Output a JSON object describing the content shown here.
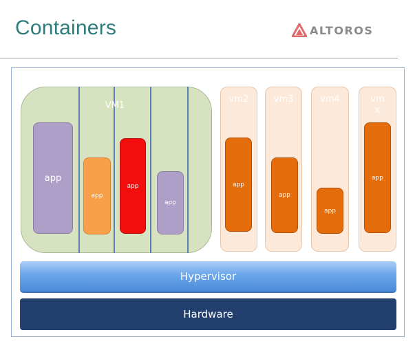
{
  "slide": {
    "title": "Containers",
    "logo_text": "ALTOROS"
  },
  "diagram": {
    "vm1": {
      "label": "VM1",
      "apps": [
        {
          "label": "app",
          "color": "#ae9fc9"
        },
        {
          "label": "app",
          "color": "#f8a049"
        },
        {
          "label": "app",
          "color": "#f30e0e"
        },
        {
          "label": "app",
          "color": "#ae9fc9"
        }
      ]
    },
    "vms": [
      {
        "label": "vm2",
        "app": "app"
      },
      {
        "label": "vm3",
        "app": "app"
      },
      {
        "label": "vm4",
        "app": "app"
      },
      {
        "label": "vm\nx",
        "app": "app"
      }
    ],
    "hypervisor": "Hypervisor",
    "hardware": "Hardware",
    "colors": {
      "title": "#2e7d7b",
      "vm1_bg": "#d7e3c0",
      "vm_bg": "#fde9d9",
      "vm_app": "#e46c0a",
      "hypervisor": "#6aa6ea",
      "hardware": "#233f6e"
    }
  }
}
